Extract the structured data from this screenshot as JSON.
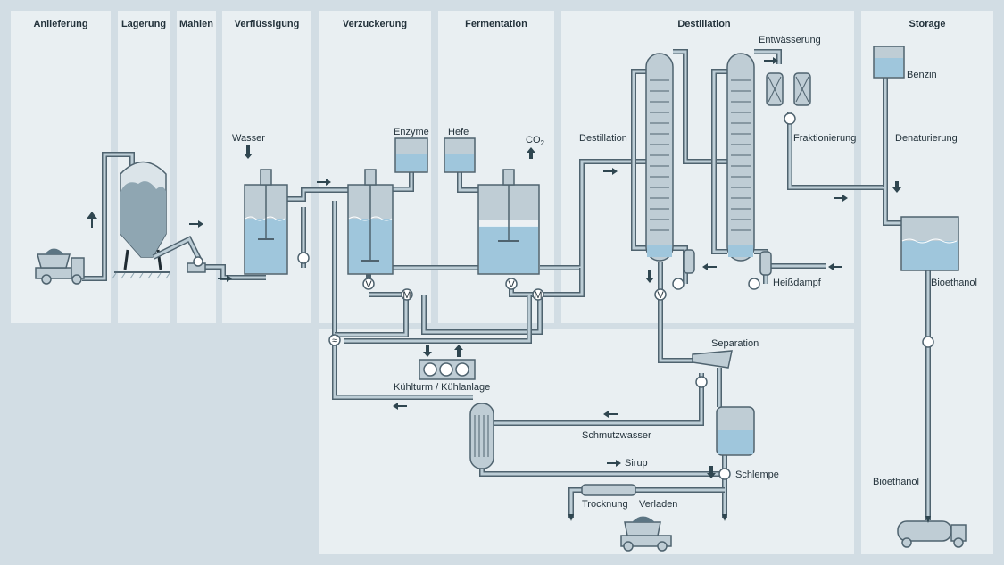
{
  "sections": {
    "anlieferung": "Anlieferung",
    "lagerung": "Lagerung",
    "mahlen": "Mahlen",
    "verfluessigung": "Verflüssigung",
    "verzuckerung": "Verzuckerung",
    "fermentation": "Fermentation",
    "destillation": "Destillation",
    "storage": "Storage"
  },
  "labels": {
    "wasser": "Wasser",
    "enzyme": "Enzyme",
    "hefe": "Hefe",
    "co2": "CO",
    "co2_sub": "2",
    "destillation": "Destillation",
    "entwaesserung": "Entwässerung",
    "fraktionierung": "Fraktionierung",
    "benzin": "Benzin",
    "denaturierung": "Denaturierung",
    "bioethanol_tank": "Bioethanol",
    "bioethanol_truck": "Bioethanol",
    "heissdampf": "Heißdampf",
    "separation": "Separation",
    "kuehlturm": "Kühlturm / Kühlanlage",
    "schmutzwasser": "Schmutzwasser",
    "sirup": "Sirup",
    "schlempe": "Schlempe",
    "trocknung": "Trocknung",
    "verladen": "Verladen"
  },
  "symbols": {
    "valve": "V",
    "motor": "M",
    "heat_exchanger": "≈"
  },
  "colors": {
    "background": "#d2dde4",
    "panel": "#e9eff2",
    "pipe": "#4f636f",
    "vessel": "#bfcdd5",
    "liquid": "#9fc6dc",
    "arrow": "#2f4650"
  }
}
